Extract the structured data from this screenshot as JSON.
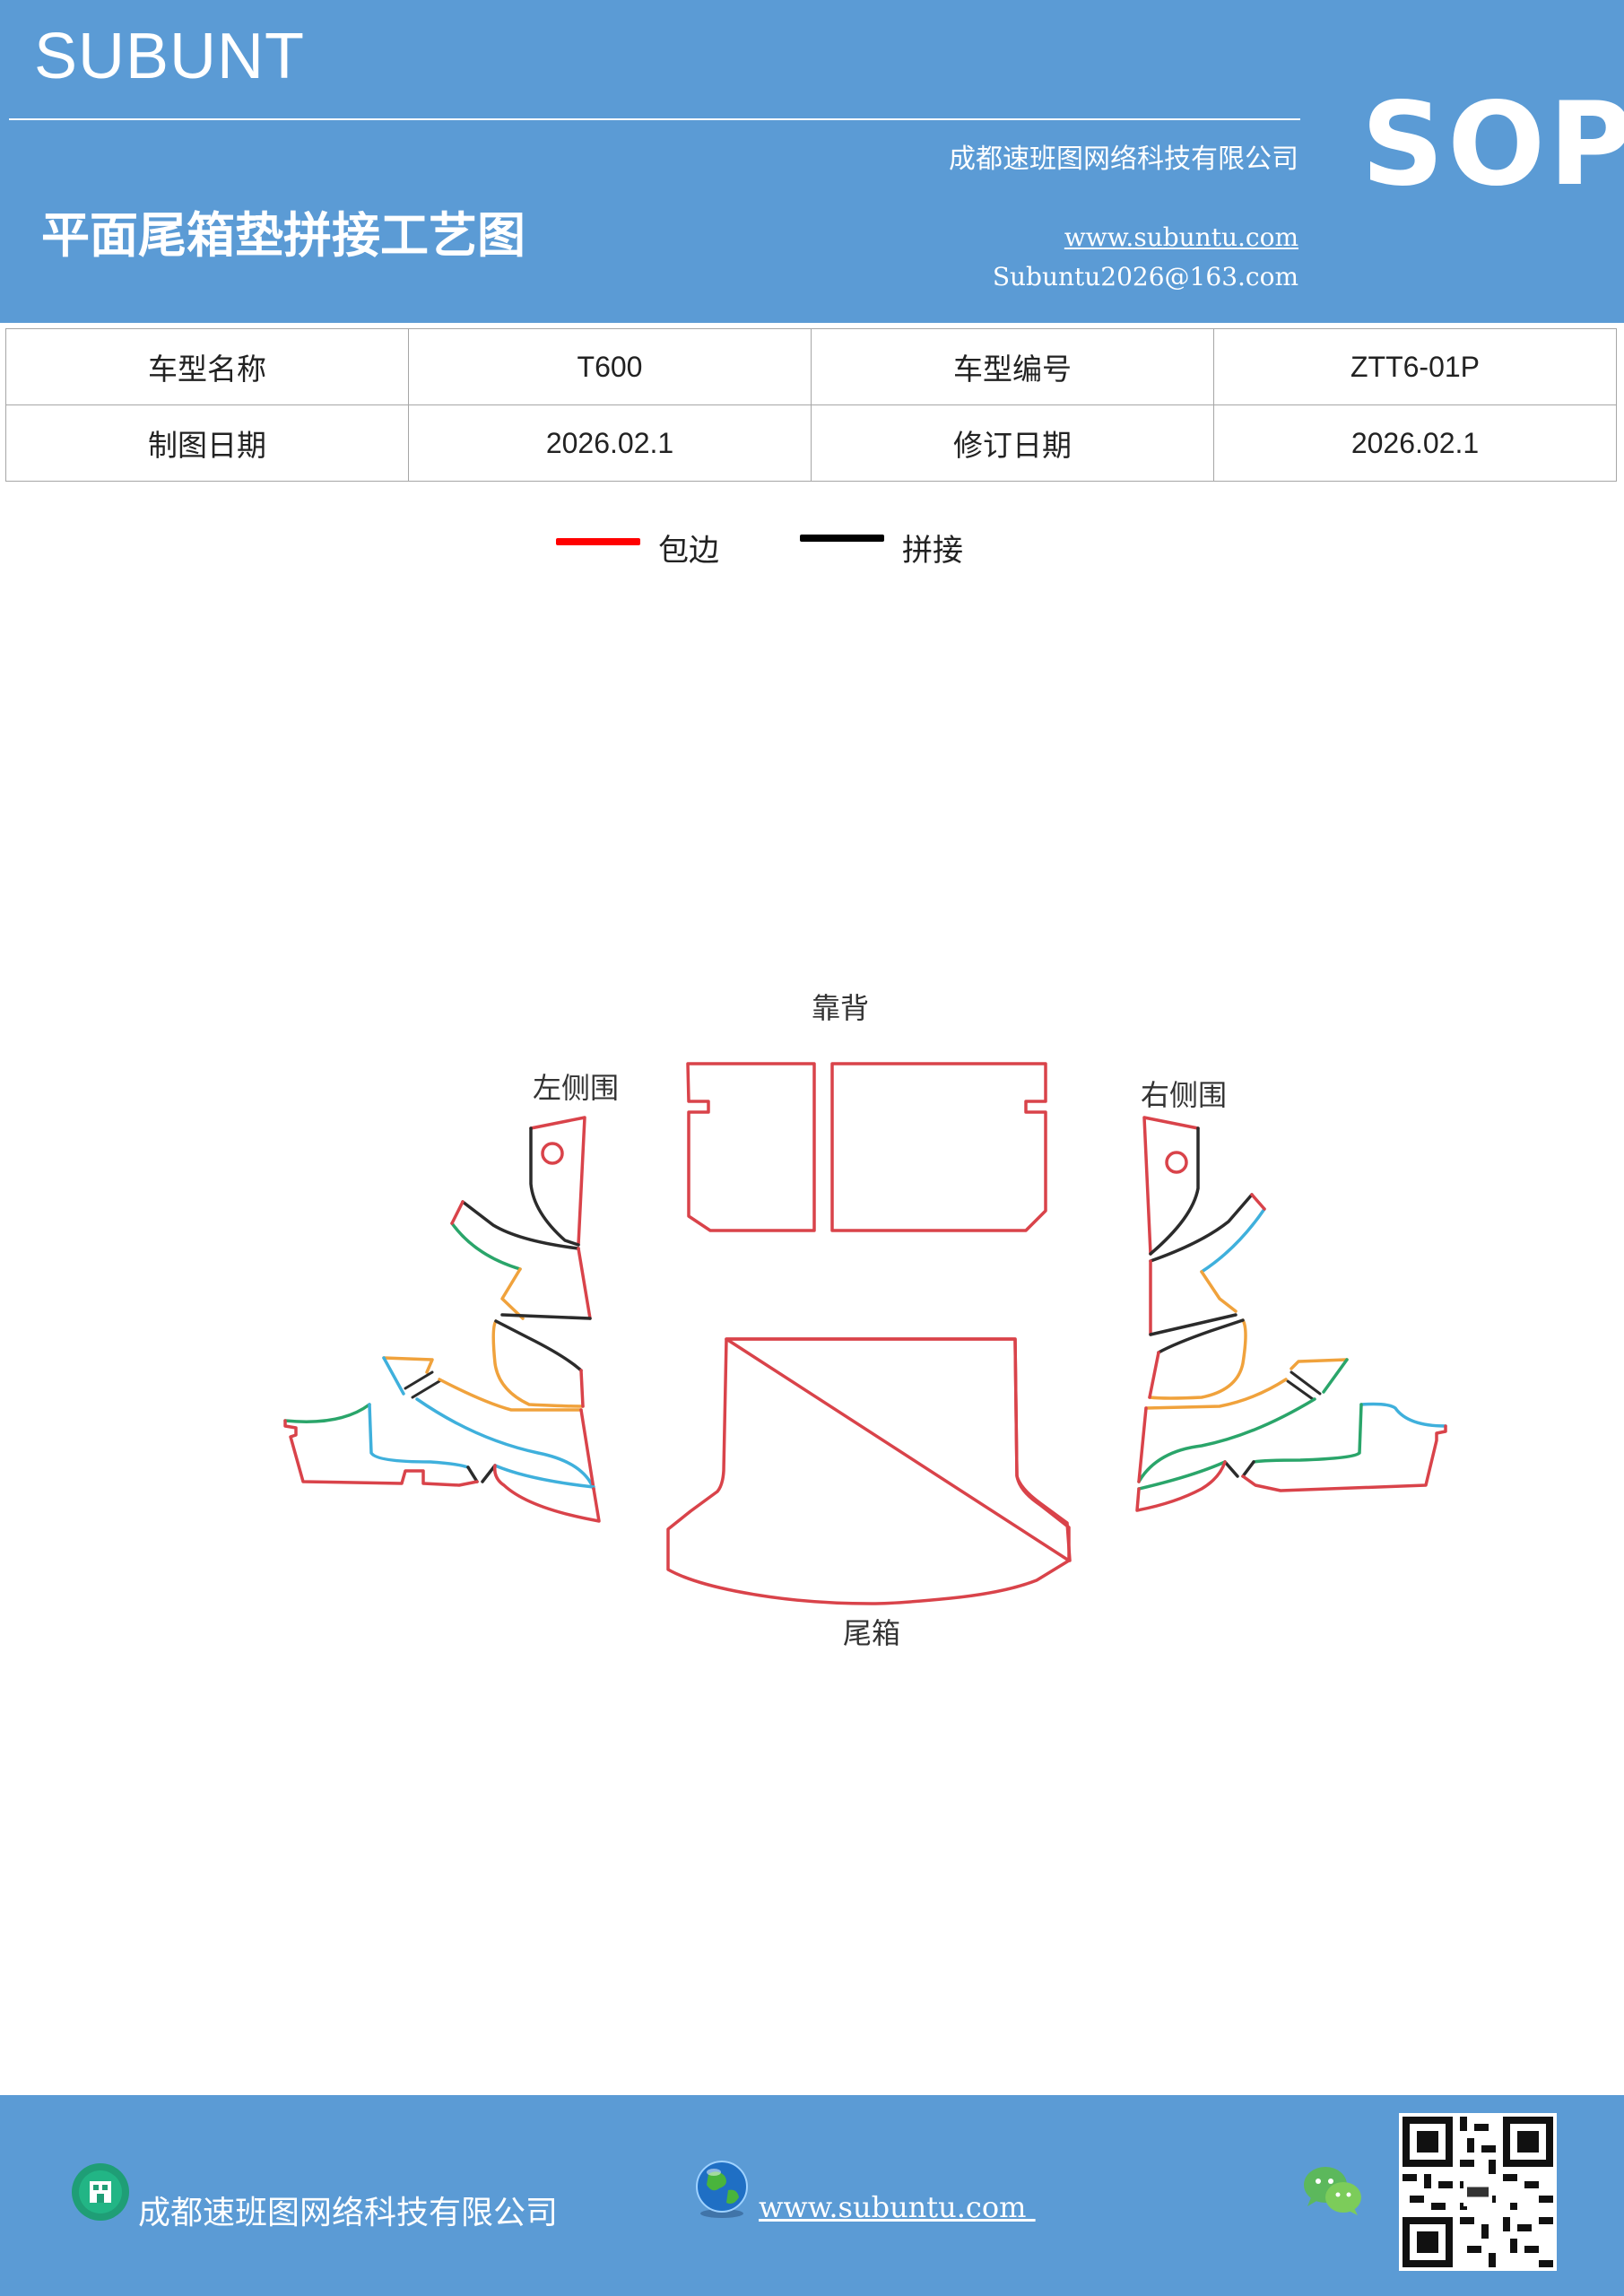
{
  "header": {
    "brand": "SUBUNT",
    "company": "成都速班图网络科技有限公司",
    "title": "平面尾箱垫拼接工艺图",
    "website": "www.subuntu.com",
    "email": "Subuntu2026@163.com",
    "badge": "SOP",
    "background_color": "#5b9bd5"
  },
  "info_table": {
    "rows": [
      [
        "车型名称",
        "T600",
        "车型编号",
        "ZTT6-01P"
      ],
      [
        "制图日期",
        "2026.02.1",
        "修订日期",
        "2026.02.1"
      ]
    ]
  },
  "legend": [
    {
      "label": "包边",
      "color": "#ff0000"
    },
    {
      "label": "拼接",
      "color": "#000000"
    }
  ],
  "diagram": {
    "labels": {
      "backrest": "靠背",
      "left_side": "左侧围",
      "right_side": "右侧围",
      "trunk": "尾箱"
    },
    "colors": {
      "edge": "#d9434a",
      "seam": "#2b2b2b",
      "green": "#2aa56a",
      "orange": "#f0a23c",
      "blue": "#3fb0dc"
    }
  },
  "footer": {
    "company": "成都速班图网络科技有限公司",
    "website": "www.subuntu.com ",
    "icons": [
      "building-icon",
      "globe-icon",
      "wechat-icon",
      "qr-code"
    ]
  }
}
